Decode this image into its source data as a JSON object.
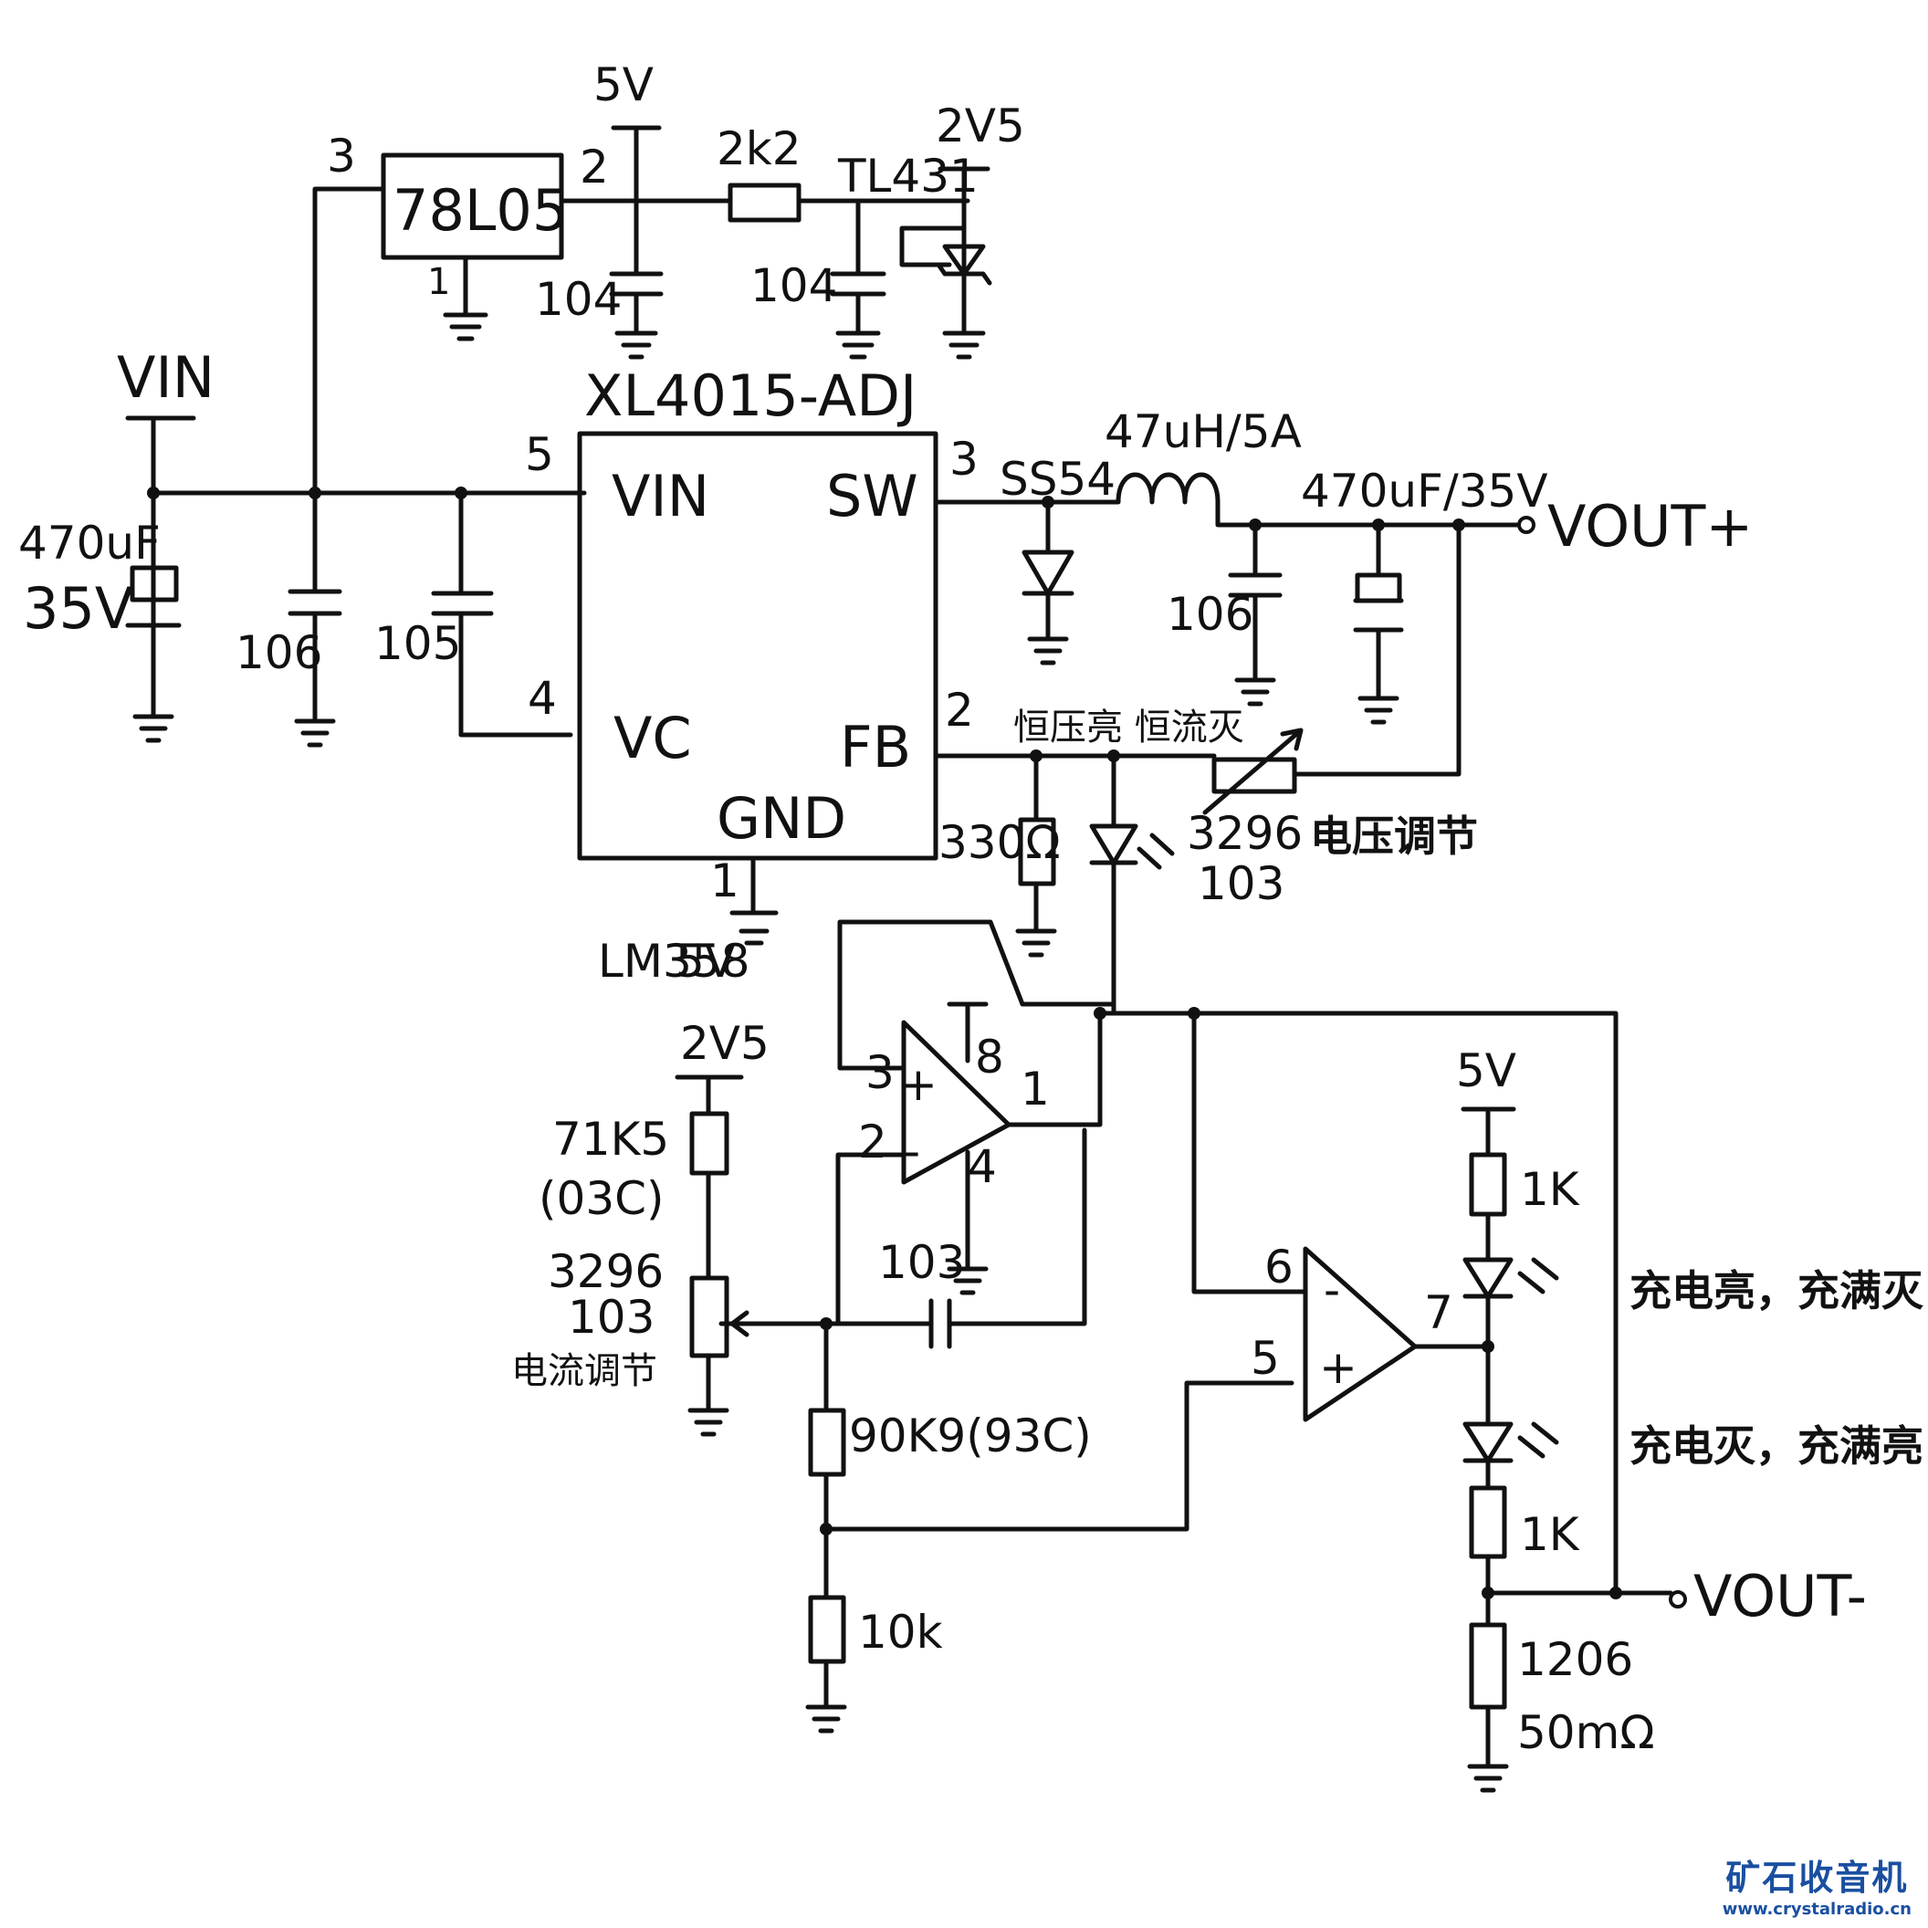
{
  "regulator": {
    "name": "78L05",
    "pin_in": "3",
    "pin_out": "2",
    "pin_gnd": "1"
  },
  "rails": {
    "five_v": "5V",
    "ref_voltage": "2V5"
  },
  "components": {
    "r_2k2": "2k2",
    "cap_104_a": "104",
    "cap_104_b": "104",
    "tl431": "TL431",
    "cap_106_in": "106",
    "cap_105": "105",
    "input_cap": "470uF",
    "input_cap_v": "35V",
    "inductor": "47uH/5A",
    "diode": "SS54",
    "cap_106_out": "106",
    "output_cap": "470uF/35V",
    "r_330": "330Ω",
    "pot_voltage": "3296",
    "pot_voltage_val": "103",
    "pot_voltage_label": "电压调节",
    "cc_cv_label": "恒压亮 恒流灭",
    "r_71k5": "71K5",
    "r_71k5_code": "(03C)",
    "pot_current": "3296",
    "pot_current_val": "103",
    "pot_current_label": "电流调节",
    "cap_103": "103",
    "r_90k9": "90K9(93C)",
    "r_10k": "10k",
    "r_1k_top": "1K",
    "r_1k_bottom": "1K",
    "shunt": "1206",
    "shunt_val": "50mΩ"
  },
  "ic": {
    "name": "XL4015-ADJ",
    "pin_vin": "VIN",
    "pin_sw": "SW",
    "pin_vc": "VC",
    "pin_fb": "FB",
    "pin_gnd": "GND",
    "num_vin": "5",
    "num_sw": "3",
    "num_vc": "4",
    "num_fb": "2",
    "num_gnd": "1"
  },
  "opamp": {
    "name": "LM358",
    "p3": "3",
    "p2": "2",
    "p1": "1",
    "p8": "8",
    "p4": "4",
    "p6": "6",
    "p5": "5",
    "p7": "7"
  },
  "nets": {
    "vin": "VIN",
    "vout_pos": "VOUT+",
    "vout_neg": "VOUT-"
  },
  "charge_status": {
    "line1": "充电亮，充满灭",
    "line2": "充电灭，充满亮"
  },
  "watermark": {
    "logo": "矿石收音机",
    "url": "www.crystalradio.cn"
  },
  "colors": {
    "ink": "#111111",
    "watermark": "#1a4fa0"
  }
}
